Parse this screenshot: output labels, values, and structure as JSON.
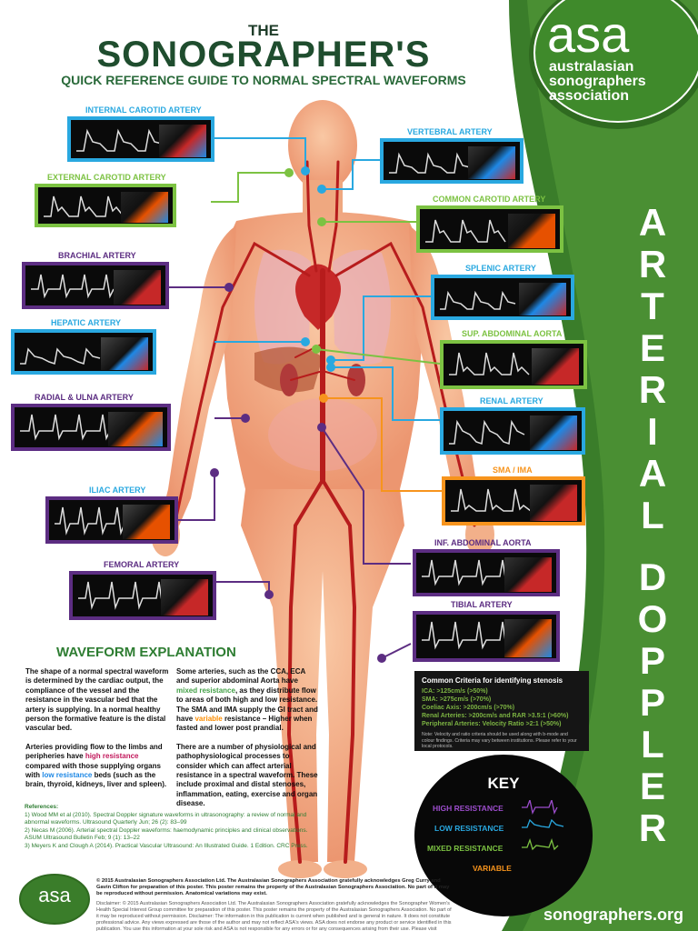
{
  "header": {
    "the": "THE",
    "title": "SONOGRAPHER'S",
    "subtitle": "QUICK REFERENCE GUIDE TO NORMAL SPECTRAL WAVEFORMS"
  },
  "logo": {
    "mark": "asa",
    "line1": "australasian",
    "line2": "sonographers",
    "line3": "association"
  },
  "vertical_title": [
    "A",
    "R",
    "T",
    "E",
    "R",
    "I",
    "A",
    "L",
    "D",
    "O",
    "P",
    "P",
    "L",
    "E",
    "R"
  ],
  "colors": {
    "green_dark": "#1f4d2e",
    "green_band": "#3a7d2a",
    "blue": "#29a8e0",
    "green": "#7cc242",
    "purple": "#5c2d82",
    "orange": "#f7941d"
  },
  "arteries": {
    "internal_carotid": "INTERNAL CAROTID ARTERY",
    "external_carotid": "EXTERNAL CAROTID ARTERY",
    "brachial": "BRACHIAL ARTERY",
    "hepatic": "HEPATIC ARTERY",
    "radial_ulna": "RADIAL & ULNA ARTERY",
    "iliac": "ILIAC ARTERY",
    "femoral": "FEMORAL ARTERY",
    "vertebral": "VERTEBRAL ARTERY",
    "common_carotid": "COMMON CAROTID ARTERY",
    "splenic": "SPLENIC ARTERY",
    "sup_abdominal_aorta": "SUP. ABDOMINAL AORTA",
    "renal": "RENAL ARTERY",
    "sma_ima": "SMA / IMA",
    "inf_abdominal_aorta": "INF. ABDOMINAL AORTA",
    "tibial": "TIBIAL ARTERY"
  },
  "explanation": {
    "title": "WAVEFORM EXPLANATION",
    "p1": "The shape of a normal spectral waveform is determined by the cardiac output, the compliance of the vessel and the resistance in the vascular bed that the artery is supplying. In a normal healthy person the formative feature is the distal vascular bed.",
    "p2a": "Arteries providing flow to the limbs and peripheries have ",
    "p2_high": "high resistance",
    "p2b": " compared with those supplying organs with ",
    "p2_low": "low resistance",
    "p2c": " beds (such as the brain, thyroid, kidneys, liver and spleen).",
    "p3a": "Some arteries, such as the CCA, ECA and superior abdominal Aorta have ",
    "p3_mixed": "mixed resistance",
    "p3b": ", as they distribute flow to areas of both high and low resistance. The SMA and IMA supply the GI tract and have ",
    "p3_variable": "variable",
    "p3c": " resistance – Higher when fasted and lower post prandial.",
    "p4": "There are a number of physiological and pathophysiological processes to consider which can affect arterial resistance in a spectral waveform. These include proximal and distal stenoses, inflammation, eating, exercise and organ disease."
  },
  "references": {
    "title": "References:",
    "r1": "1)  Wood MM et al (2010). Spectral Doppler signature waveforms in ultrasonography: a review of normal and abnormal waveforms. Ultrasound Quarterly  Jun; 26 (2): 83–99",
    "r2": "2)  Necas M (2006). Arterial spectral Doppler waveforms: haemodynamic principles and clinical observations.  ASUM Ultrasound Bulletin  Feb; 9 (1): 13–22",
    "r3": "3)  Meyers K and Clough A (2014). Practical Vascular Ultrasound: An Illustrated Guide. 1 Edition. CRC Press."
  },
  "criteria": {
    "title": "Common Criteria for identifying stenosis",
    "rows": [
      "ICA: >125cm/s (>50%)",
      "SMA: >275cm/s (>70%)",
      "Coeliac Axis: >200cm/s (>70%)",
      "Renal Arteries: >200cm/s and RAR >3.5:1 (>60%)",
      "Peripheral Arteries: Velocity Ratio >2:1 (>50%)"
    ],
    "note": "Note: Velocity and ratio criteria should be used along with b-mode and colour findings.  Criteria may vary between institutions. Please refer to your local protocols."
  },
  "key": {
    "title": "KEY",
    "high": "HIGH RESISTANCE",
    "low": "LOW RESISTANCE",
    "mixed": "MIXED RESISTANCE",
    "variable": "VARIABLE"
  },
  "footer": {
    "copyright": "© 2015 Australasian Sonographers Association Ltd. The Australasian Sonographers Association gratefully acknowledges Greg Curry and Gavin Clifton for preparation of this poster. This poster remains the property of the Australasian Sonographers Association. No part of it may be reproduced without permission. Anatomical variations may exist.",
    "disclaimer": "Disclaimer: © 2015 Australasian Sonographers Association Ltd. The Australasian Sonographers Association gratefully acknowledges the Sonographer Women's Health Special Interest Group committee for preparation of this poster. This poster remains the property of the Australasian Sonographers Association. No part of it may be reproduced without permission. Disclaimer: The information in this publication is current when published and is general in nature. It does not constitute professional advice. Any views expressed are those of the author and may not reflect ASA's views. ASA does not endorse any product or service identified in this publication. You use this information at your sole risk and ASA is not responsible for any errors or for any consequences arising from their use. Please visit www.sonographers.org for the full version of the Australasian Sonographers Association publication disclaimer.",
    "url": "sonographers.org"
  }
}
